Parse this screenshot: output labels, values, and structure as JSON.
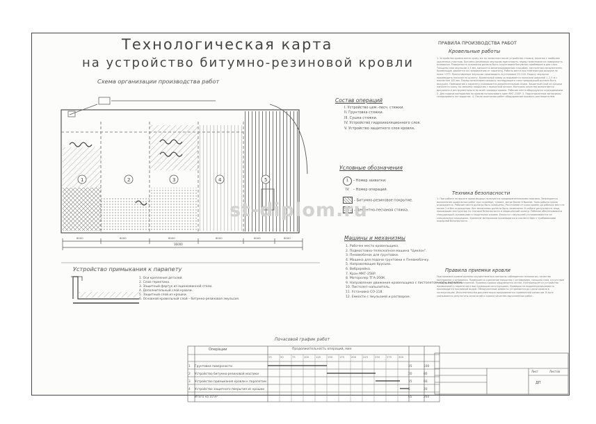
{
  "title": {
    "line1": "Технологическая карта",
    "line2": "на устройство битумно-резиновой кровли"
  },
  "scheme_title": "Схема организации производства работ",
  "composition": {
    "heading": "Состав операций",
    "items": [
      "I. Устройство цем.-песч. стяжки.",
      "II. Грунтовка стяжки.",
      "III. Сушка стяжки.",
      "IV. Устройство гидроизоляционного слоя.",
      "V. Устройство защитного слоя кровли."
    ]
  },
  "legend": {
    "heading": "Условные обозначения",
    "items": [
      {
        "symbol": "1",
        "text": "– Номер захватки."
      },
      {
        "symbol": "IV",
        "text": "– Номер операций."
      },
      {
        "symbol": "",
        "text": "– Битумно-резиновое покрытие."
      },
      {
        "symbol": "",
        "text": "– Цементно-песчаная стяжка."
      }
    ]
  },
  "machines": {
    "heading": "Машины и механизмы",
    "items": [
      "1. Рабочее место кровельщика.",
      "2. Подмостовно-телескопная машина \"Циклон\".",
      "3. Пневмобачок для грунтовки.",
      "4. Машина для подачи грунтовки к Пневмобачку.",
      "5. Направляющие брусьев.",
      "6. Виброрейка.",
      "7. Кран МКГ-25БР.",
      "8. Моторолер ТГА-200К.",
      "9. Направление движения кровельщика с пистолетом-напылителем.",
      "10. Пистолет-напылитель.",
      "11. Установка СО-118.",
      "12. Емкости с эмульсией и раствором."
    ]
  },
  "parapet": {
    "heading": "Устройство примыкания к парапету",
    "items": [
      "1. Оси крепления деталей.",
      "2. Слой герметика.",
      "3. Защитный фартук из оцинкованной стали.",
      "4. Дополнительный слой кровли.",
      "5. Защитный слой из крошки.",
      "6. Основной кровельный слой – битумно-резиновая эмульсия."
    ]
  },
  "schedule": {
    "heading": "Почасовой график работ",
    "col_operations": "Операции",
    "col_duration": "Продолжительность операций, мин",
    "time_cols": [
      "25",
      "50",
      "75",
      "100",
      "125",
      "150",
      "175",
      "200",
      "225",
      "250",
      "275",
      "300"
    ],
    "rows": [
      {
        "n": "1",
        "name": "Грунтовка поверхности",
        "a": "25",
        "b": "100"
      },
      {
        "n": "2",
        "name": "Устройство битумно-резиновой мастики",
        "a": "20",
        "b": "80"
      },
      {
        "n": "3",
        "name": "Устройство примыкания кровли к парапетам",
        "a": "15",
        "b": "60"
      },
      {
        "n": "4",
        "name": "Устройство защитного покрытия из крошки",
        "a": "5",
        "b": "20"
      },
      {
        "n": "",
        "name": "Итого на 10 м²",
        "a": "65",
        "b": "260"
      }
    ]
  },
  "rules": {
    "heading": "ПРАВИЛА ПРОИЗВОДСТВА РАБОТ",
    "roof_works": "Кровельные работы",
    "safety": "Техника безопасности",
    "acceptance": "Правила приемки кровли"
  },
  "dims": {
    "total": "36000",
    "spans": [
      "6000",
      "6000",
      "6000",
      "6000",
      "6000",
      "6000"
    ]
  },
  "stamp": {
    "sheet": "Лист",
    "sheets": "Листов",
    "stage": "ДП"
  },
  "watermark": "st-diplom.ru"
}
